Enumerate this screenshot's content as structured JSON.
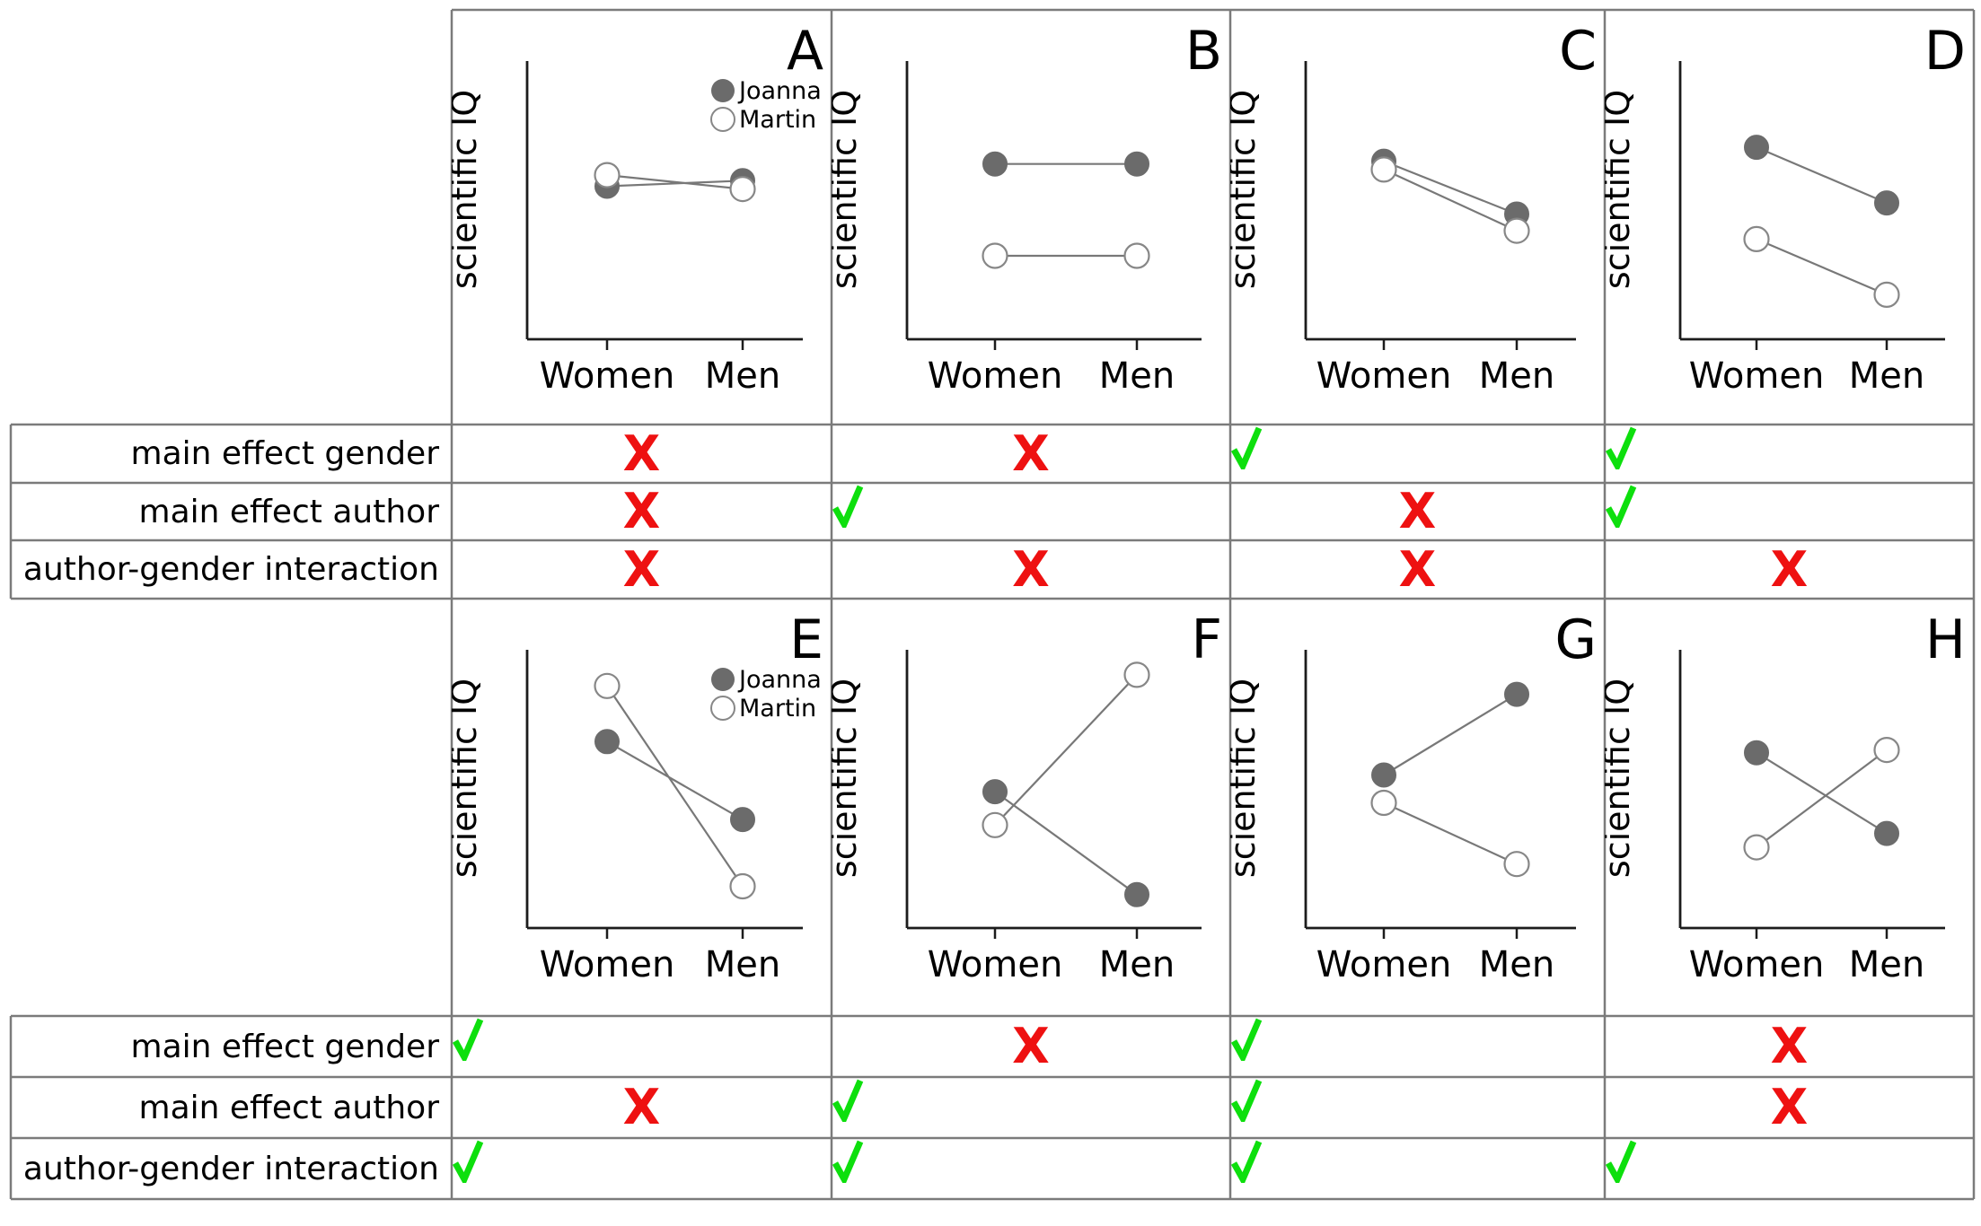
{
  "colors": {
    "check_green": "#0ddf0d",
    "cross_red": "#ee1111",
    "dot_fill_gray": "#6b6b6b",
    "dot_open_stroke": "#878787",
    "connector_line": "#787878",
    "axis": "#1c1c1c",
    "grid_border": "#7b7b7b",
    "text": "#000000",
    "background": "#ffffff"
  },
  "legend": {
    "joanna": "Joanna",
    "martin": "Martin"
  },
  "axis_labels": {
    "y": "scientific IQ",
    "x_categories": [
      "Women",
      "Men"
    ]
  },
  "marks": {
    "no_symbol": "X"
  },
  "table": {
    "row_labels": [
      "main effect gender",
      "main effect author",
      "author-gender interaction"
    ],
    "top": {
      "panel_columns": [
        "A",
        "B",
        "C",
        "D"
      ],
      "marks": [
        [
          "no",
          "no",
          "yes",
          "yes"
        ],
        [
          "no",
          "yes",
          "no",
          "yes"
        ],
        [
          "no",
          "no",
          "no",
          "no"
        ]
      ]
    },
    "bottom": {
      "panel_columns": [
        "E",
        "F",
        "G",
        "H"
      ],
      "marks": [
        [
          "yes",
          "no",
          "yes",
          "no"
        ],
        [
          "no",
          "yes",
          "yes",
          "no"
        ],
        [
          "yes",
          "yes",
          "yes",
          "yes"
        ]
      ]
    }
  },
  "chart_data": [
    {
      "panel": "A",
      "type": "line",
      "categories": [
        "Women",
        "Men"
      ],
      "ylabel": "scientific IQ",
      "ylim": [
        0,
        1
      ],
      "legend_visible": true,
      "grid": false,
      "series": [
        {
          "name": "Joanna",
          "marker": "filled",
          "values": [
            0.55,
            0.57
          ]
        },
        {
          "name": "Martin",
          "marker": "open",
          "values": [
            0.59,
            0.54
          ]
        }
      ]
    },
    {
      "panel": "B",
      "type": "line",
      "categories": [
        "Women",
        "Men"
      ],
      "ylabel": "scientific IQ",
      "ylim": [
        0,
        1
      ],
      "legend_visible": false,
      "grid": false,
      "series": [
        {
          "name": "Joanna",
          "marker": "filled",
          "values": [
            0.63,
            0.63
          ]
        },
        {
          "name": "Martin",
          "marker": "open",
          "values": [
            0.3,
            0.3
          ]
        }
      ]
    },
    {
      "panel": "C",
      "type": "line",
      "categories": [
        "Women",
        "Men"
      ],
      "ylabel": "scientific IQ",
      "ylim": [
        0,
        1
      ],
      "legend_visible": false,
      "grid": false,
      "series": [
        {
          "name": "Joanna",
          "marker": "filled",
          "values": [
            0.64,
            0.45
          ]
        },
        {
          "name": "Martin",
          "marker": "open",
          "values": [
            0.61,
            0.39
          ]
        }
      ]
    },
    {
      "panel": "D",
      "type": "line",
      "categories": [
        "Women",
        "Men"
      ],
      "ylabel": "scientific IQ",
      "ylim": [
        0,
        1
      ],
      "legend_visible": false,
      "grid": false,
      "series": [
        {
          "name": "Joanna",
          "marker": "filled",
          "values": [
            0.69,
            0.49
          ]
        },
        {
          "name": "Martin",
          "marker": "open",
          "values": [
            0.36,
            0.16
          ]
        }
      ]
    },
    {
      "panel": "E",
      "type": "line",
      "categories": [
        "Women",
        "Men"
      ],
      "ylabel": "scientific IQ",
      "ylim": [
        0,
        1
      ],
      "legend_visible": true,
      "grid": false,
      "series": [
        {
          "name": "Joanna",
          "marker": "filled",
          "values": [
            0.67,
            0.39
          ]
        },
        {
          "name": "Martin",
          "marker": "open",
          "values": [
            0.87,
            0.15
          ]
        }
      ]
    },
    {
      "panel": "F",
      "type": "line",
      "categories": [
        "Women",
        "Men"
      ],
      "ylabel": "scientific IQ",
      "ylim": [
        0,
        1
      ],
      "legend_visible": false,
      "grid": false,
      "series": [
        {
          "name": "Joanna",
          "marker": "filled",
          "values": [
            0.49,
            0.12
          ]
        },
        {
          "name": "Martin",
          "marker": "open",
          "values": [
            0.37,
            0.91
          ]
        }
      ]
    },
    {
      "panel": "G",
      "type": "line",
      "categories": [
        "Women",
        "Men"
      ],
      "ylabel": "scientific IQ",
      "ylim": [
        0,
        1
      ],
      "legend_visible": false,
      "grid": false,
      "series": [
        {
          "name": "Joanna",
          "marker": "filled",
          "values": [
            0.55,
            0.84
          ]
        },
        {
          "name": "Martin",
          "marker": "open",
          "values": [
            0.45,
            0.23
          ]
        }
      ]
    },
    {
      "panel": "H",
      "type": "line",
      "categories": [
        "Women",
        "Men"
      ],
      "ylabel": "scientific IQ",
      "ylim": [
        0,
        1
      ],
      "legend_visible": false,
      "grid": false,
      "series": [
        {
          "name": "Joanna",
          "marker": "filled",
          "values": [
            0.63,
            0.34
          ]
        },
        {
          "name": "Martin",
          "marker": "open",
          "values": [
            0.29,
            0.64
          ]
        }
      ]
    }
  ]
}
